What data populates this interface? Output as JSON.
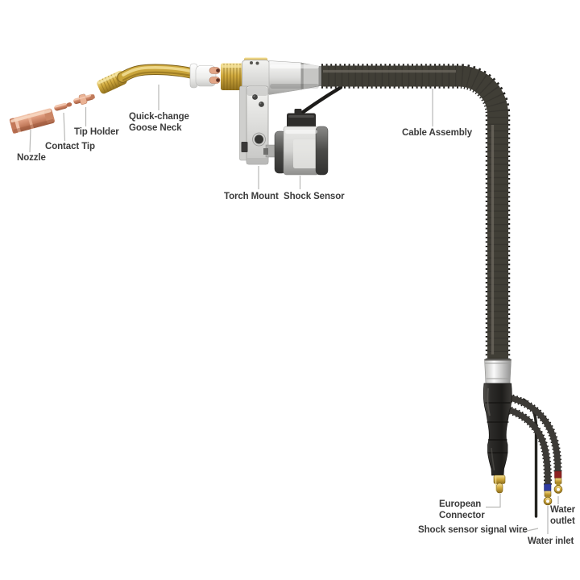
{
  "labels": {
    "nozzle": [
      "Nozzle"
    ],
    "contact_tip": [
      "Contact Tip"
    ],
    "tip_holder": [
      "Tip Holder"
    ],
    "goose_neck": [
      "Quick-change",
      "Goose Neck"
    ],
    "torch_mount": [
      "Torch Mount"
    ],
    "shock_sensor": [
      "Shock Sensor"
    ],
    "cable_assembly": [
      "Cable Assembly"
    ],
    "european_connector": [
      "European",
      "Connector"
    ],
    "signal_wire": [
      "Shock sensor signal wire"
    ],
    "water_inlet": [
      "Water inlet"
    ],
    "water_outlet": [
      "Water",
      "outlet"
    ]
  },
  "colors": {
    "background": "#ffffff",
    "copper": "#d18a6d",
    "brass": "#cfa93c",
    "silver": "#d8d8d8",
    "cable_black": "#403e36",
    "water_inlet_band": "#2f3ba0",
    "water_outlet_band": "#8e2222",
    "label_text": "#3b3b3b",
    "leader_line": "#b8b8b6"
  }
}
